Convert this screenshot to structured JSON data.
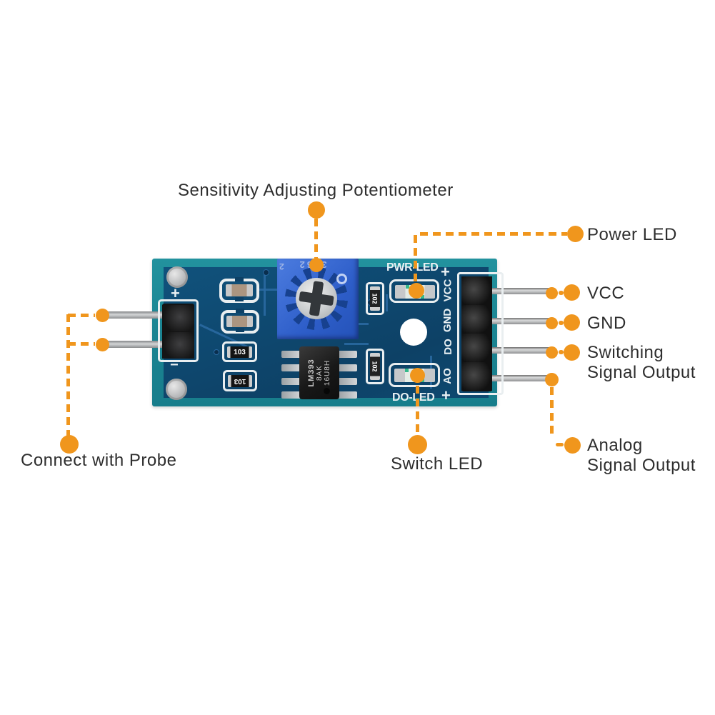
{
  "title": {
    "text": "Sensitivity Adjusting Potentiometer"
  },
  "callouts": {
    "power_led": "Power LED",
    "vcc": "VCC",
    "gnd": "GND",
    "switching_line1": "Switching",
    "switching_line2": "Signal Output",
    "analog_line1": "Analog",
    "analog_line2": "Signal Output",
    "switch_led": "Switch LED",
    "probe": "Connect with Probe"
  },
  "board": {
    "silkscreen": {
      "pwr_led_label": "PWR-LED",
      "do_led_label": "DO-LED",
      "plus_mark": "+",
      "minus_mark": "−",
      "pin_labels": [
        "+",
        "VCC",
        "GND",
        "DO",
        "AO",
        "+"
      ]
    },
    "potentiometer": {
      "marking": "3362",
      "side_marking": "2"
    },
    "ic": {
      "line1": "LM393",
      "line2": "8AK",
      "line3": "16U8H"
    },
    "resistors": {
      "r103_a": "103",
      "r103_b": "103",
      "r102_a": "102",
      "r102_b": "102"
    }
  },
  "colors": {
    "accent_orange": "#F0961D",
    "pcb_teal": "#1F8896",
    "pcb_navy": "#0E4A71",
    "pot_blue": "#3566D2",
    "label_text": "#2E2E2E",
    "silk_white": "#E9F0F3"
  }
}
